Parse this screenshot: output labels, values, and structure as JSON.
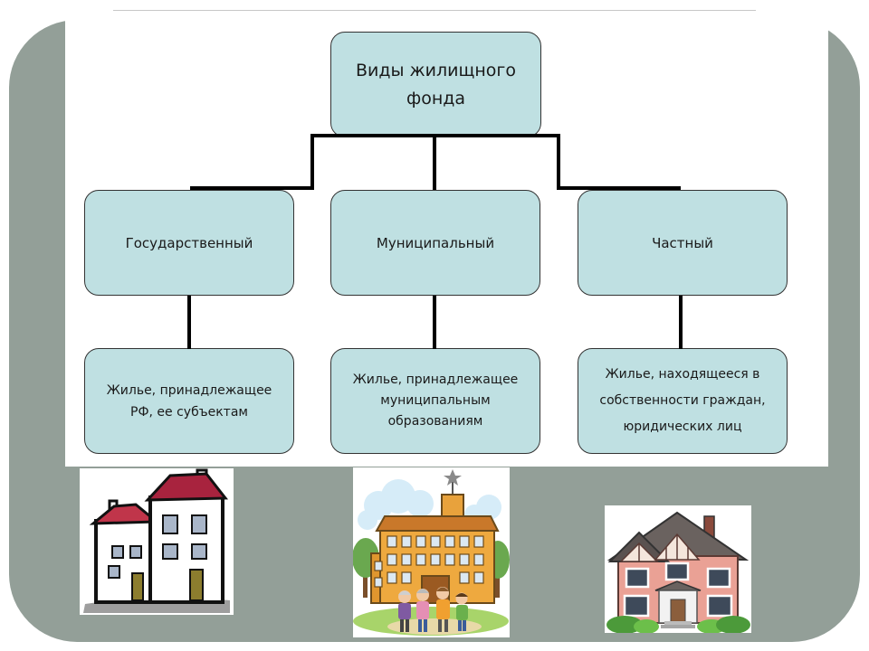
{
  "diagram": {
    "title": "Виды жилищного фонда",
    "categories": [
      {
        "label": "Государственный",
        "description": "Жилье, принадлежащее\nРФ, ее субъектам",
        "illustration_icon": "apartment-buildings-icon"
      },
      {
        "label": "Муниципальный",
        "description": "Жилье, принадлежащее\nмуниципальным\nобразованиям",
        "illustration_icon": "school-building-with-people-icon"
      },
      {
        "label": "Частный",
        "description": "Жилье, находящееся в\nсобственности граждан,\nюридических лиц",
        "illustration_icon": "private-house-icon"
      }
    ]
  },
  "colors": {
    "box_fill": "#bfe0e2",
    "box_border": "#333333",
    "frame": "#939f98",
    "connector": "#000000"
  }
}
